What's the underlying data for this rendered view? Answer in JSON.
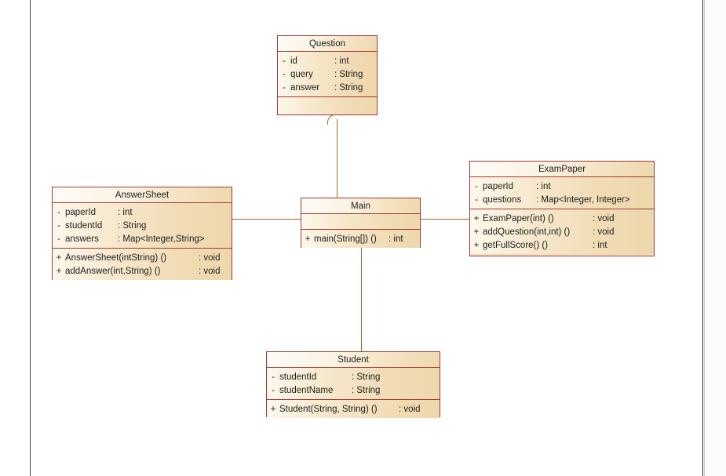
{
  "diagram": {
    "kind": "uml-class-diagram",
    "line_color": "#a5652a",
    "box_border_color": "#a03b34",
    "box_fill_color": "#f2debd",
    "header_fill_color": "#fdfcf7",
    "text_color": "#1d1d1d",
    "classes": [
      {
        "id": "question",
        "name": "Question",
        "attributes": [
          {
            "visibility": "-",
            "name": "id",
            "type": ": int"
          },
          {
            "visibility": "-",
            "name": "query",
            "type": ": String"
          },
          {
            "visibility": "-",
            "name": "answer",
            "type": ": String"
          }
        ],
        "operations": []
      },
      {
        "id": "answersheet",
        "name": "AnswerSheet",
        "attributes": [
          {
            "visibility": "-",
            "name": "paperId",
            "type": ": int"
          },
          {
            "visibility": "-",
            "name": "studentId",
            "type": ": String"
          },
          {
            "visibility": "-",
            "name": "answers",
            "type": ": Map<Integer,String>"
          }
        ],
        "operations": [
          {
            "visibility": "+",
            "name": "AnswerSheet(intString) ()",
            "type": ": void"
          },
          {
            "visibility": "+",
            "name": "addAnswer(int,String) ()",
            "type": ": void"
          }
        ]
      },
      {
        "id": "main",
        "name": "Main",
        "attributes": [],
        "operations": [
          {
            "visibility": "+",
            "name": "main(String[]) ()",
            "type": ": int"
          }
        ]
      },
      {
        "id": "exampaper",
        "name": "ExamPaper",
        "attributes": [
          {
            "visibility": "-",
            "name": "paperId",
            "type": ": int"
          },
          {
            "visibility": "-",
            "name": "questions",
            "type": ": Map<Integer, Integer>"
          }
        ],
        "operations": [
          {
            "visibility": "+",
            "name": "ExamPaper(int) ()",
            "type": ": void"
          },
          {
            "visibility": "+",
            "name": "addQuestion(int,int) ()",
            "type": ": void"
          },
          {
            "visibility": "+",
            "name": "getFullScore() ()",
            "type": ": int"
          }
        ]
      },
      {
        "id": "student",
        "name": "Student",
        "attributes": [
          {
            "visibility": "-",
            "name": "studentId",
            "type": ": String"
          },
          {
            "visibility": "-",
            "name": "studentName",
            "type": ": String"
          }
        ],
        "operations": [
          {
            "visibility": "+",
            "name": "Student(String, String) ()",
            "type": ": void"
          }
        ]
      }
    ],
    "associations": [
      {
        "from": "question",
        "to": "main"
      },
      {
        "from": "answersheet",
        "to": "main"
      },
      {
        "from": "main",
        "to": "exampaper"
      },
      {
        "from": "main",
        "to": "student"
      }
    ]
  }
}
